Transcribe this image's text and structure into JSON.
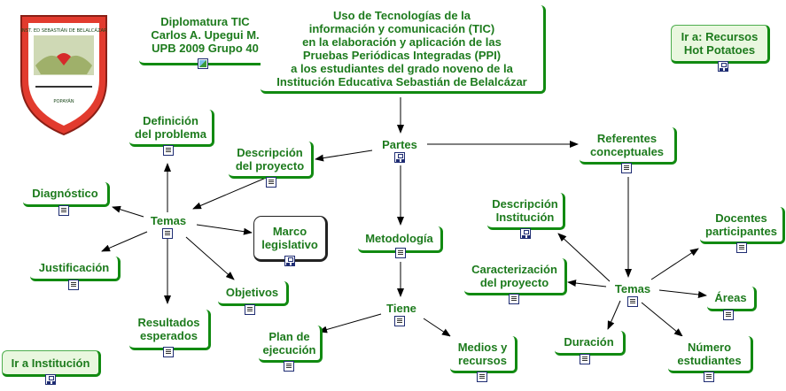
{
  "colors": {
    "text": "#1d7b1d",
    "border": "#118a11",
    "arrow": "#000000",
    "badge_bg": "#e9f7df"
  },
  "crest": {
    "top_text": "INST. ED SEBASTIÁN DE BELALCÁZAR",
    "bottom_text": "POPAYÁN"
  },
  "nodes": {
    "diplomatura": "Diplomatura TIC\nCarlos A. Upegui M.\nUPB 2009 Grupo 40",
    "main_title": "Uso de Tecnologías de la\ninformación y comunicación (TIC)\nen la elaboración y aplicación de las\nPruebas Periódicas Integradas (PPI)\na los estudiantes del grado noveno de la\nInstitución Educativa Sebastián de Belalcázar",
    "ir_recursos": "Ir a: Recursos\nHot Potatoes",
    "partes": "Partes",
    "definicion": "Definición\ndel problema",
    "descripcion_proyecto": "Descripción\ndel proyecto",
    "referentes": "Referentes\nconceptuales",
    "diagnostico": "Diagnóstico",
    "temas_left": "Temas",
    "marco": "Marco\nlegislativo",
    "metodologia": "Metodología",
    "desc_institucion": "Descripción\nInstitución",
    "docentes": "Docentes\nparticipantes",
    "justificacion": "Justificación",
    "caracterizacion": "Caracterización\ndel proyecto",
    "temas_right": "Temas",
    "objetivos": "Objetivos",
    "areas": "Áreas",
    "tiene": "Tiene",
    "resultados": "Resultados\nesperados",
    "plan": "Plan de\nejecución",
    "medios": "Medios y\nrecursos",
    "duracion": "Duración",
    "numero": "Número\nestudiantes",
    "ir_institucion": "Ir a Institución"
  }
}
